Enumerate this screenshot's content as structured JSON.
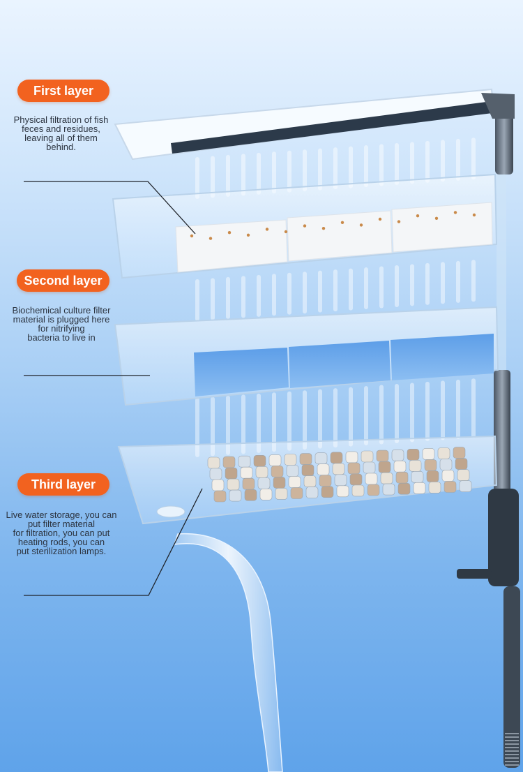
{
  "colors": {
    "accent": "#f2621f",
    "text": "#2c3440",
    "background_top": "#eaf4ff",
    "background_bottom": "#5fa3ea"
  },
  "layers": [
    {
      "label": "First layer",
      "description": "Physical filtration of fish\nfeces and residues,\nleaving all of them\nbehind."
    },
    {
      "label": "Second layer",
      "description": "Biochemical culture filter\nmaterial is plugged here\nfor nitrifying\nbacteria to live in"
    },
    {
      "label": "Third layer",
      "description": "Live water storage, you can\nput filter material\nfor filtration, you can put\nheating rods, you can\nput sterilization lamps."
    }
  ]
}
